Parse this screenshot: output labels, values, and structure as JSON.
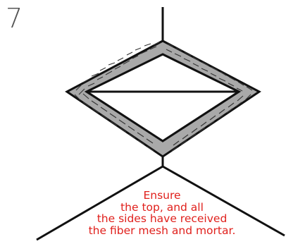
{
  "step": {
    "number": "7"
  },
  "instruction": {
    "lines": [
      "Ensure",
      "the top, and all",
      "the sides have received",
      "the fiber mesh and mortar."
    ],
    "color": "#e0201c"
  },
  "colors": {
    "outline": "#111111",
    "mortar_fill": "#a9a9a9",
    "hatch": "#333333",
    "background": "#ffffff"
  }
}
